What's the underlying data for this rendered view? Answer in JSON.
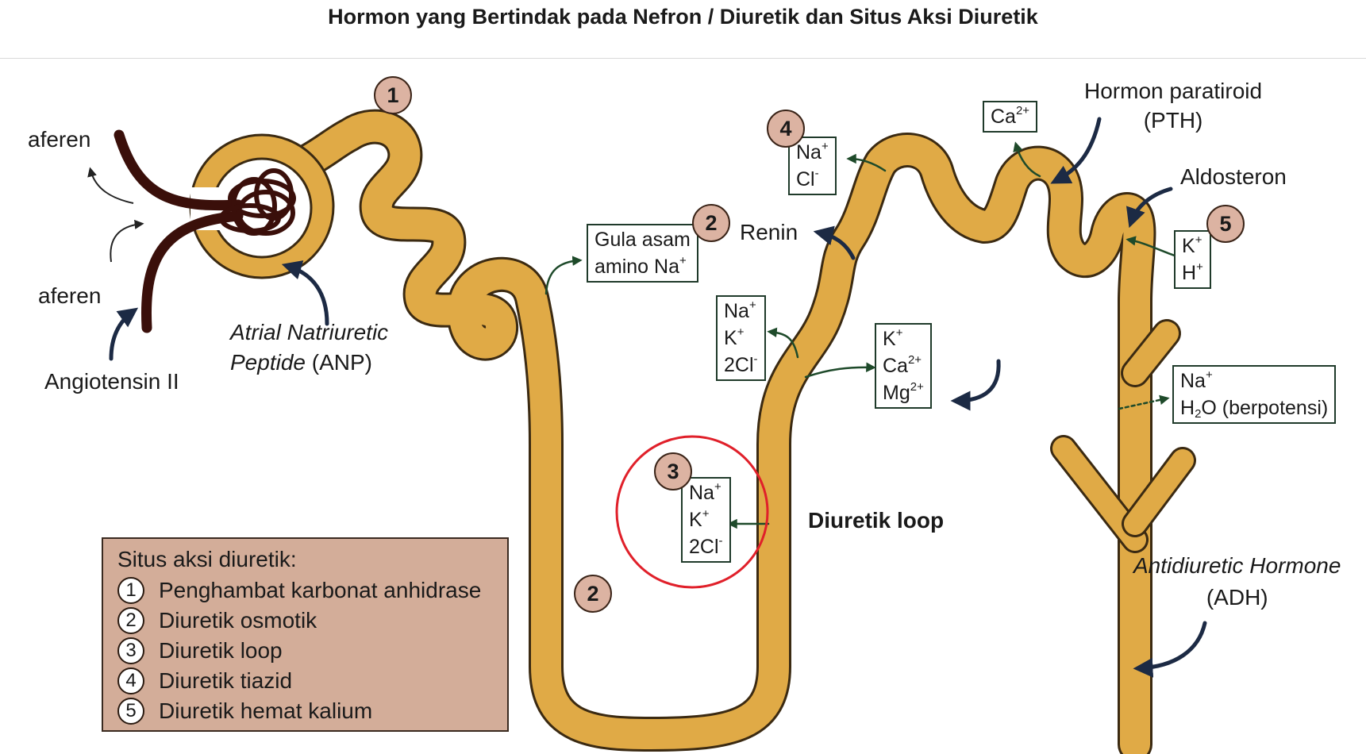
{
  "title": "Hormon yang Bertindak pada Nefron / Diuretik dan Situs Aksi Diuretik",
  "labels": {
    "aferen_top": "aferen",
    "aferen_bottom": "aferen",
    "angiotensin": "Angiotensin II",
    "anp_line1": "Atrial Natriuretic",
    "anp_line2_italic": "Peptide",
    "anp_line2_rest": " (ANP)",
    "renin": "Renin",
    "pth_line1": "Hormon paratiroid",
    "pth_line2": "(PTH)",
    "aldosteron": "Aldosteron",
    "adh_line1": "Antidiuretic Hormone",
    "adh_line2": "(ADH)",
    "diuretik_loop": "Diuretik loop"
  },
  "ions": {
    "gula": {
      "line1": "Gula asam",
      "line2_text": "amino Na",
      "line2_sup": "+"
    },
    "tiazid": {
      "na": "Na",
      "na_sup": "+",
      "cl": "Cl",
      "cl_sup": "-"
    },
    "ca_box": {
      "ca": "Ca",
      "ca_sup": "2+"
    },
    "kh": {
      "k": "K",
      "k_sup": "+",
      "h": "H",
      "h_sup": "+"
    },
    "nak2cl_upper": {
      "na": "Na",
      "na_sup": "+",
      "k": "K",
      "k_sup": "+",
      "cl": "2Cl",
      "cl_sup": "-"
    },
    "kcamg": {
      "k": "K",
      "k_sup": "+",
      "ca": "Ca",
      "ca_sup": "2+",
      "mg": "Mg",
      "mg_sup": "2+"
    },
    "na_h2o": {
      "na": "Na",
      "na_sup": "+",
      "h2o_pre": "H",
      "h2o_sub": "2",
      "h2o_post": "O (berpotensi)"
    },
    "nak2cl_loop": {
      "na": "Na",
      "na_sup": "+",
      "k": "K",
      "k_sup": "+",
      "cl": "2Cl",
      "cl_sup": "-"
    }
  },
  "badges": {
    "b1": "1",
    "b2_upper": "2",
    "b2_lower": "2",
    "b3": "3",
    "b4": "4",
    "b5": "5"
  },
  "legend": {
    "title": "Situs aksi diuretik:",
    "items": [
      {
        "num": "1",
        "label": "Penghambat karbonat anhidrase"
      },
      {
        "num": "2",
        "label": "Diuretik osmotik"
      },
      {
        "num": "3",
        "label": "Diuretik loop"
      },
      {
        "num": "4",
        "label": "Diuretik tiazid"
      },
      {
        "num": "5",
        "label": "Diuretik hemat kalium"
      }
    ]
  },
  "colors": {
    "tubule_fill": "#e0aa46",
    "tubule_outline": "#3b2a12",
    "vessel": "#3a0f0a",
    "badge_fill": "#dcb3a2",
    "legend_fill": "#d3ad99",
    "highlight_circle": "#e0202a",
    "arrow": "#1c2a44",
    "ion_arrow": "#1e4a2a"
  }
}
